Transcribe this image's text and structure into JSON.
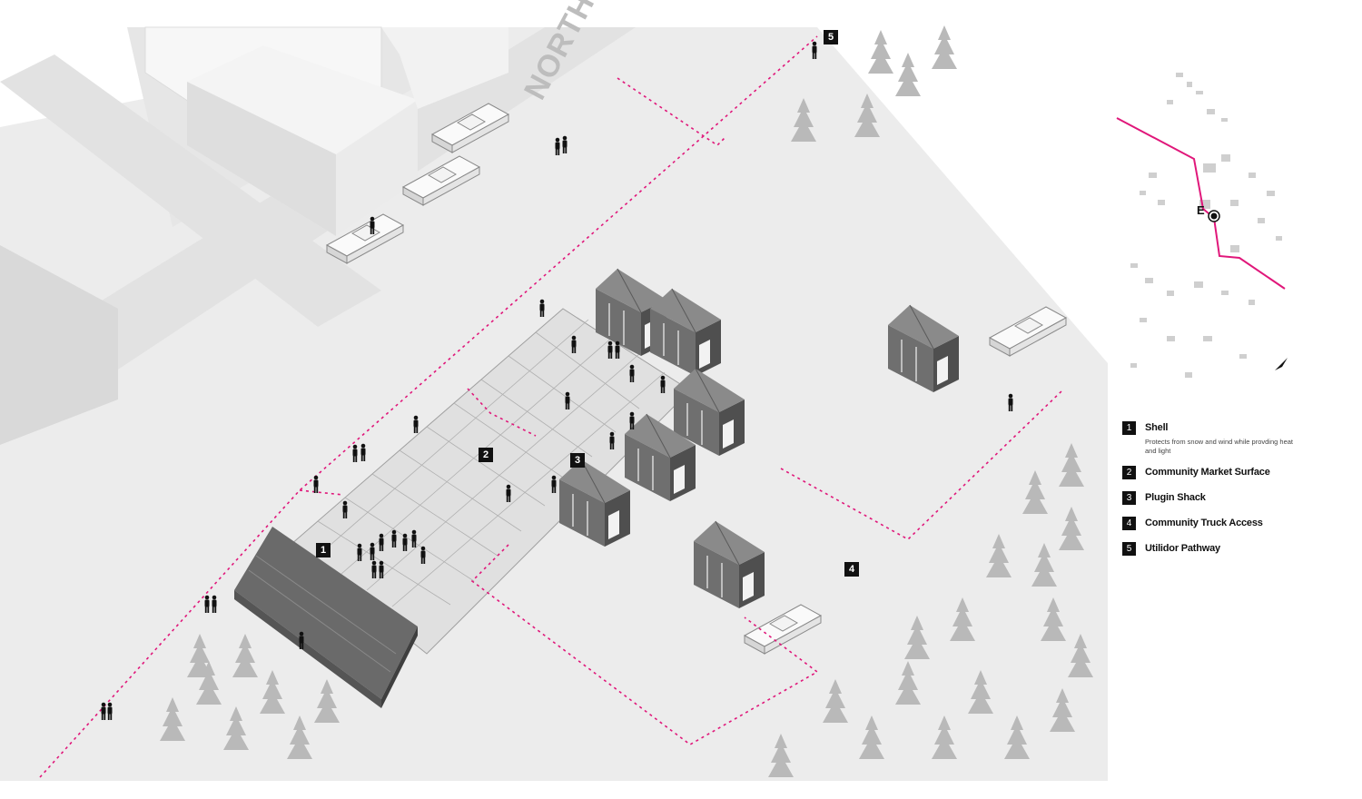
{
  "street_name": "NORTHMAR",
  "map_marker_label": "E",
  "diagram_labels": [
    "1",
    "2",
    "3",
    "4",
    "5"
  ],
  "legend": [
    {
      "num": "1",
      "title": "Shell",
      "desc": "Protects from snow and wind while provding heat and light"
    },
    {
      "num": "2",
      "title": "Community Market Surface",
      "desc": ""
    },
    {
      "num": "3",
      "title": "Plugin Shack",
      "desc": ""
    },
    {
      "num": "4",
      "title": "Community Truck Access",
      "desc": ""
    },
    {
      "num": "5",
      "title": "Utilidor Pathway",
      "desc": ""
    }
  ],
  "colors": {
    "accent_path": "#e0177a",
    "building_dark": "#6e6e6e",
    "ground": "#ececec",
    "tree": "#b9b9b9"
  },
  "icons": [
    "north-arrow-icon",
    "location-marker-icon",
    "tree-icon",
    "person-icon",
    "truck-icon"
  ]
}
